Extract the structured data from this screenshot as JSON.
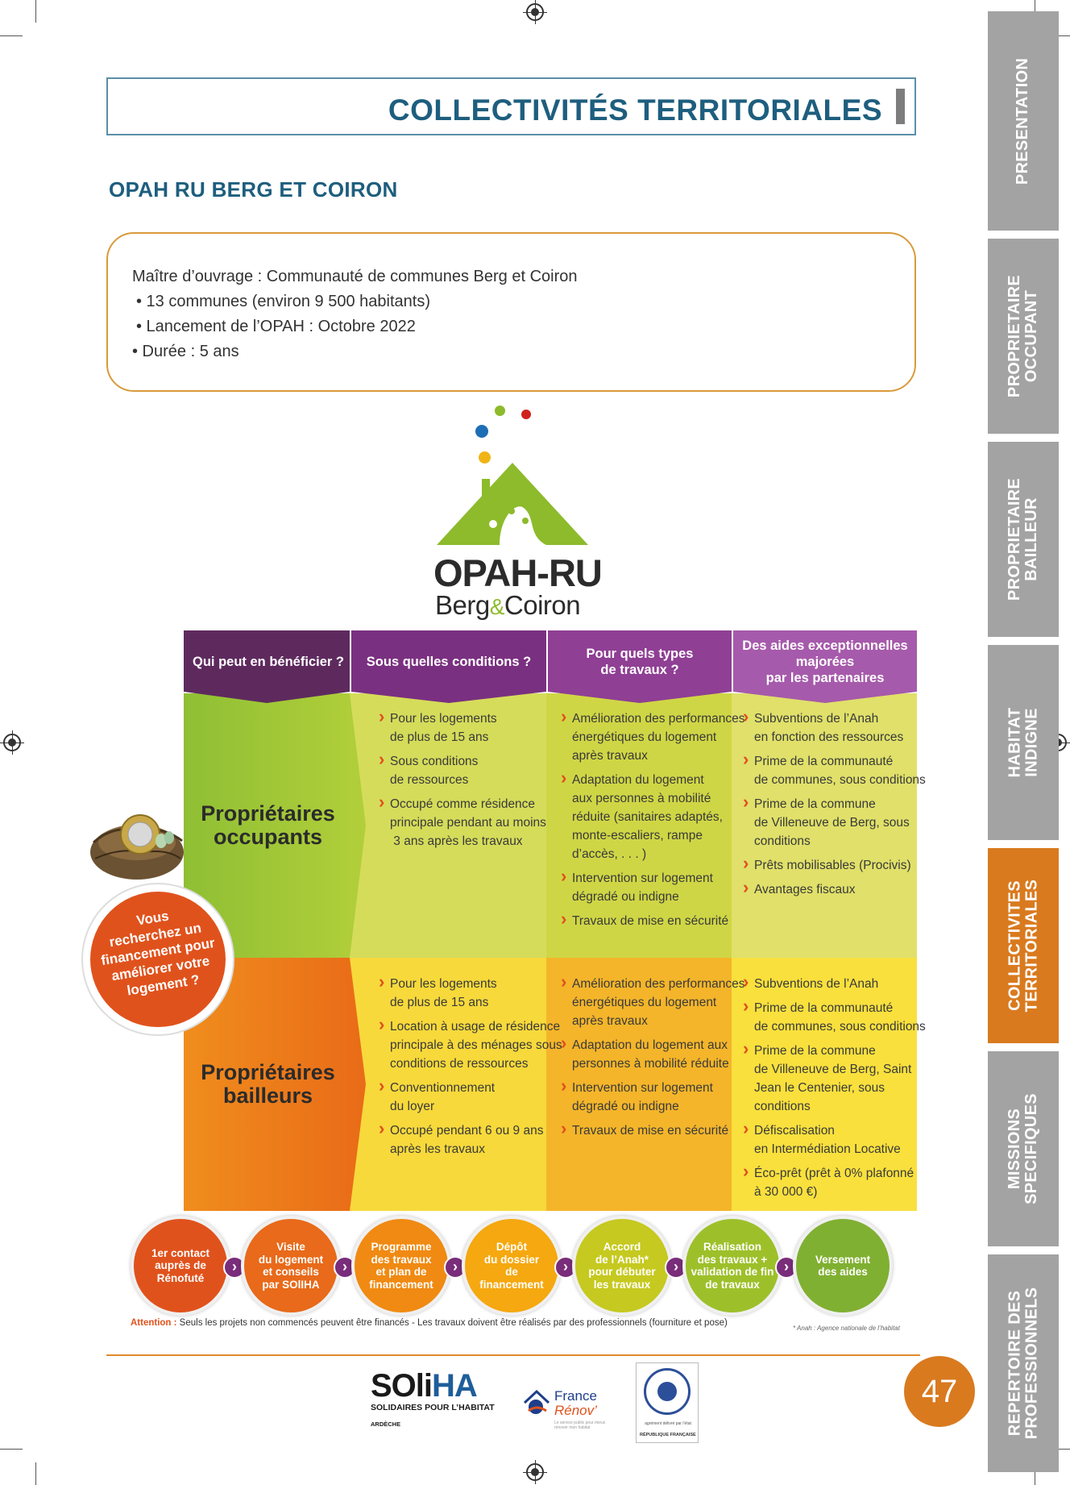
{
  "header": {
    "title": "COLLECTIVITÉS TERRITORIALES",
    "subtitle": "OPAH RU BERG ET COIRON"
  },
  "info": {
    "lines": [
      "Maître d’ouvrage : Communauté de communes Berg et Coiron",
      " • 13 communes (environ 9 500 habitants)",
      " • Lancement de l’OPAH : Octobre 2022",
      "• Durée : 5 ans"
    ]
  },
  "logo": {
    "line1": "OPAH-RU",
    "line2_a": "Berg",
    "line2_amp": "&",
    "line2_b": "Coiron"
  },
  "side_tabs": [
    {
      "label": "PRESENTATION",
      "active": false
    },
    {
      "label": "PROPRIETAIRE\nOCCUPANT",
      "active": false
    },
    {
      "label": "PROPRIETAIRE\nBAILLEUR",
      "active": false
    },
    {
      "label": "HABITAT\nINDIGNE",
      "active": false
    },
    {
      "label": "COLLECTIVITES\nTERRITORIALES",
      "active": true
    },
    {
      "label": "MISSIONS\nSPECIFIQUES",
      "active": false
    },
    {
      "label": "REPERTOIRE DES\nPROFESSIONNELS",
      "active": false
    }
  ],
  "table": {
    "headers": [
      "Qui peut en bénéficier ?",
      "Sous quelles conditions ?",
      "Pour quels types\nde travaux ?",
      "Des aides exceptionnelles\nmajorées\npar les partenaires"
    ],
    "rows": [
      {
        "label": "Propriétaires\noccupants",
        "conditions": [
          "Pour les logements\nde plus de 15 ans",
          "Sous conditions\nde ressources",
          "Occupé comme résidence\nprincipale pendant au moins\n 3 ans après les travaux"
        ],
        "travaux": [
          "Amélioration des performances\nénergétiques du logement\naprès travaux",
          "Adaptation du logement\naux personnes à mobilité\nréduite (sanitaires adaptés,\nmonte-escaliers, rampe\nd’accès, . . . )",
          "Intervention sur logement\ndégradé ou indigne",
          "Travaux de mise en sécurité"
        ],
        "aides": [
          "Subventions de l’Anah\nen fonction des ressources",
          "Prime de la communauté\nde communes, sous conditions",
          "Prime de la commune\nde Villeneuve de Berg, sous\nconditions",
          "Prêts mobilisables (Procivis)",
          "Avantages fiscaux"
        ]
      },
      {
        "label": "Propriétaires\nbailleurs",
        "conditions": [
          "Pour les logements\nde plus de 15 ans",
          "Location à usage de résidence\nprincipale à des ménages sous\nconditions de ressources",
          "Conventionnement\ndu loyer",
          "Occupé pendant 6 ou 9 ans\naprès les travaux"
        ],
        "travaux": [
          "Amélioration des performances\nénergétiques du logement\naprès travaux",
          "Adaptation du logement aux\npersonnes à mobilité réduite",
          "Intervention sur logement\ndégradé ou indigne",
          "Travaux de mise en sécurité"
        ],
        "aides": [
          "Subventions de l’Anah",
          "Prime de la communauté\nde communes, sous conditions",
          "Prime de la commune\nde Villeneuve de Berg, Saint\nJean le Centenier, sous\nconditions",
          "Défiscalisation\nen Intermédiation Locative",
          "Éco-prêt (prêt à 0% plafonné\nà 30 000 €)"
        ]
      }
    ]
  },
  "badge": {
    "text": "Vous\nrecherchez un\nfinancement pour\naméliorer votre\nlogement ?"
  },
  "steps": [
    {
      "text": "1er contact\nauprès de\nRénofuté",
      "color": "#e0521c"
    },
    {
      "text": "Visite\ndu logement\net conseils\npar SOlIHA",
      "color": "#e86a1a"
    },
    {
      "text": "Programme\ndes travaux\net plan de\nfinancement",
      "color": "#f08a12"
    },
    {
      "text": "Dépôt\ndu dossier\nde\nfinancement",
      "color": "#f5a80f"
    },
    {
      "text": "Accord\nde l’Anah*\npour débuter\nles travaux",
      "color": "#c6c91f"
    },
    {
      "text": "Réalisation\ndes travaux +\nvalidation de fin\nde travaux",
      "color": "#9dc02a"
    },
    {
      "text": "Versement\ndes aides",
      "color": "#80b032"
    }
  ],
  "footnote": {
    "attention": "Attention :",
    "text": " Seuls les projets non commencés peuvent être financés - Les travaux doivent être réalisés par des professionnels (fourniture et pose)",
    "anah": "* Anah : Agence nationale de l’habitat"
  },
  "footer": {
    "soliha_a": "SOli",
    "soliha_b": "HA",
    "soliha_tagline": "SOLIDAIRES POUR L’HABITAT",
    "soliha_region": "ARDÈCHE",
    "france": "France",
    "renov": "Rénov’",
    "renov_small": "Le service public pour mieux rénover mon habitat",
    "stamp_text": "agrément délivré par l’état",
    "stamp_rf": "RÉPUBLIQUE FRANÇAISE",
    "page_number": "47"
  }
}
